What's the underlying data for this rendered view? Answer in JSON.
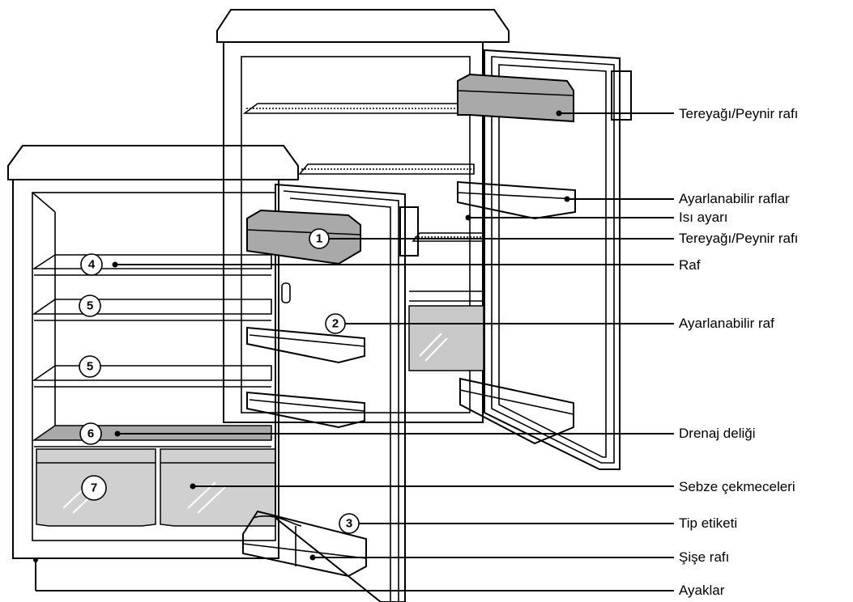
{
  "colors": {
    "shelf_gray": "#a9a9a9",
    "drawer_gray": "#d0d0d0",
    "line": "#000000",
    "background": "#ffffff"
  },
  "labels": {
    "butter_cheese_back": "Tereyağı/Peynir rafı",
    "adjustable_shelves": "Ayarlanabilir raflar",
    "thermostat": "Isı ayarı",
    "butter_cheese_front": "Tereyağı/Peynir rafı",
    "shelf": "Raf",
    "adjustable_shelf": "Ayarlanabilir raf",
    "drain_hole": "Drenaj deliği",
    "crisper_drawers": "Sebze çekmeceleri",
    "type_label": "Tip etiketi",
    "bottle_rack": "Şişe rafı",
    "feet": "Ayaklar"
  },
  "markers": {
    "m1": "1",
    "m2": "2",
    "m3": "3",
    "m4": "4",
    "m5a": "5",
    "m5b": "5",
    "m6": "6",
    "m7": "7"
  }
}
